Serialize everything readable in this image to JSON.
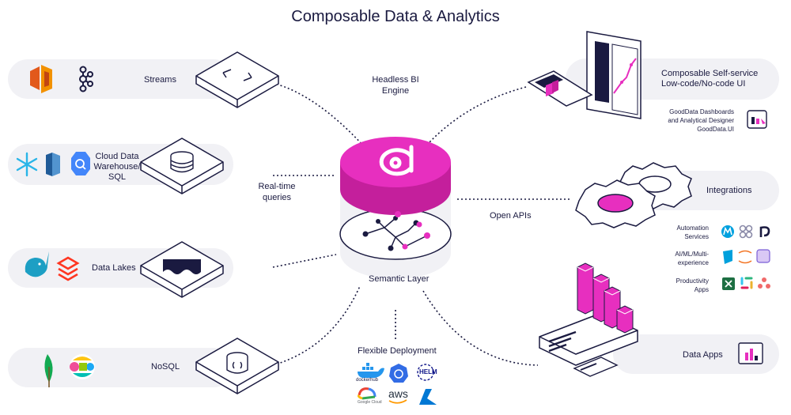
{
  "title": "Composable Data & Analytics",
  "sources": {
    "streams": "Streams",
    "cloud_dw": [
      "Cloud Data",
      "Warehouse/",
      "SQL"
    ],
    "data_lakes": "Data Lakes",
    "nosql": "NoSQL"
  },
  "connectors": {
    "headless_bi": [
      "Headless BI",
      "Engine"
    ],
    "realtime": [
      "Real-time",
      "queries"
    ],
    "open_apis": "Open APIs",
    "flexible": "Flexible Deployment"
  },
  "core": {
    "semantic_layer": "Semantic Layer"
  },
  "outputs": {
    "self_service": [
      "Composable Self-service",
      "Low-code/No-code UI"
    ],
    "dashboards": [
      "GoodData Dashboards",
      "and Analytical Designer",
      "GoodData.UI"
    ],
    "integrations": "Integrations",
    "automation": [
      "Automation",
      "Services"
    ],
    "aiml": [
      "AI/ML/Multi-",
      "experience"
    ],
    "productivity": [
      "Productivity",
      "Apps"
    ],
    "data_apps": "Data Apps"
  },
  "deploy_logos": {
    "docker": "dockerhub",
    "helm": "HELM",
    "google": "Google Cloud",
    "aws": "aws"
  },
  "colors": {
    "navy": "#1a1a40",
    "magenta": "#e72fbf",
    "panel": "#f1f1f5",
    "line": "#1a1a40"
  }
}
